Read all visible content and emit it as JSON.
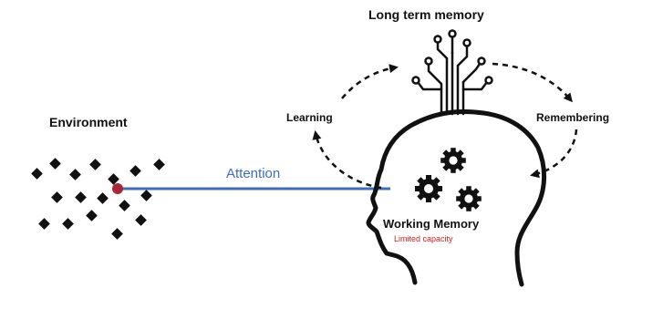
{
  "labels": {
    "long_term_memory": "Long term memory",
    "environment": "Environment",
    "learning": "Learning",
    "remembering": "Remembering",
    "attention": "Attention",
    "working_memory": "Working Memory",
    "limited_capacity": "Limited capacity"
  },
  "colors": {
    "attention_line": "#3c6ebd",
    "attention_text": "#3c6ebd",
    "focus_dot": "#a8283a",
    "limited_text": "#d42020",
    "ink": "#111111"
  },
  "icons": [
    "diamond-icon",
    "gear-icon",
    "circuit-tree-icon",
    "head-outline-icon",
    "dashed-arrow-icon"
  ]
}
